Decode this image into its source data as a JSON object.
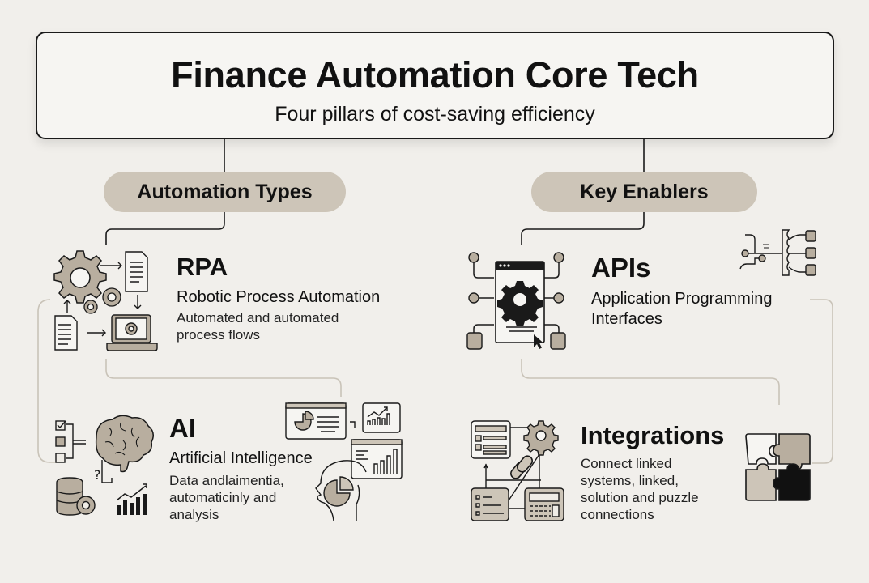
{
  "header": {
    "title": "Finance Automation Core Tech",
    "subtitle": "Four pillars of cost-saving efficiency"
  },
  "categories": [
    {
      "label": "Automation Types"
    },
    {
      "label": "Key Enablers"
    }
  ],
  "pillars": {
    "rpa": {
      "title": "RPA",
      "subtitle": "Robotic Process Automation",
      "description_line1": "Automated and automated",
      "description_line2": "process flows",
      "icons": [
        "gear-icon",
        "document-icon",
        "laptop-gear-icon",
        "arrow-icon"
      ]
    },
    "ai": {
      "title": "AI",
      "subtitle": "Artificial Intelligence",
      "description_line1": "Data andlaimentia,",
      "description_line2": "automaticinly and",
      "description_line3": "analysis",
      "icons": [
        "brain-icon",
        "checklist-icon",
        "database-gear-icon",
        "bar-chart-icon",
        "dashboard-icon",
        "head-pie-chart-icon"
      ]
    },
    "apis": {
      "title": "APIs",
      "subtitle_line1": "Application Programming",
      "subtitle_line2": "Interfaces",
      "icons": [
        "api-window-gear-icon",
        "database-icon",
        "cursor-icon",
        "network-hub-icon"
      ]
    },
    "integrations": {
      "title": "Integrations",
      "description_line1": "Connect linked",
      "description_line2": "systems, linked,",
      "description_line3": "solution and puzzle",
      "description_line4": "connections",
      "icons": [
        "form-window-icon",
        "gear-icon",
        "chain-link-icon",
        "puzzle-icon"
      ]
    }
  },
  "colors": {
    "background": "#f1efeb",
    "accent_taupe": "#cdc5b8",
    "icon_fill": "#b8ae9f",
    "stroke": "#1a1a1a",
    "connector_light": "#c9c3b8"
  }
}
